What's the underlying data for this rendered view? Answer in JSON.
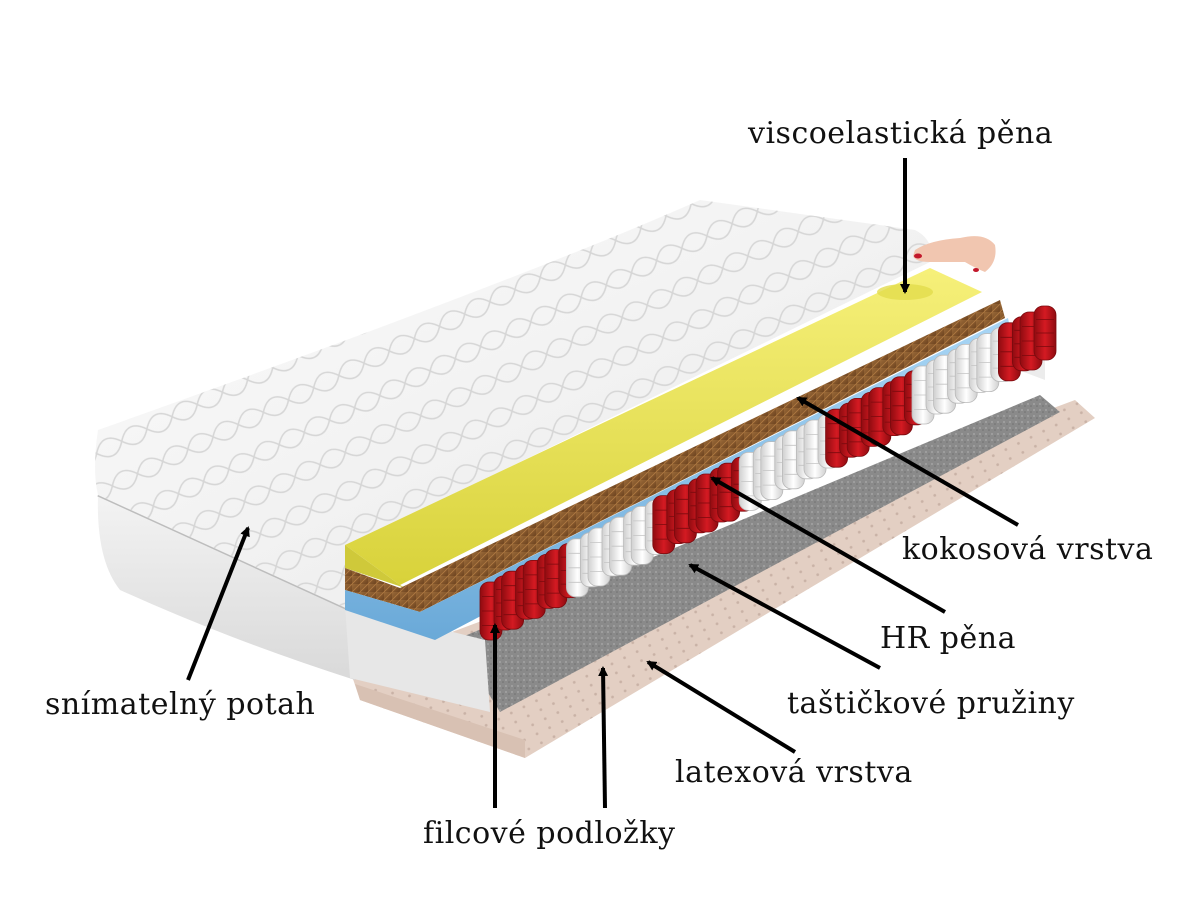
{
  "labels": {
    "visco": "viscoelastická pěna",
    "kokos": "kokosová vrstva",
    "hr": "HR pěna",
    "pruziny": "taštičkové pružiny",
    "latex": "latexová vrstva",
    "filc": "filcové podložky",
    "potah": "snímatelný potah"
  },
  "colors": {
    "foam_yellow": "#f0ea5a",
    "coconut": "#8b5a2b",
    "hr_blue": "#8ec4ea",
    "spring_red": "#c4121a",
    "spring_white": "#f2f2f2",
    "latex": "#e6d3c8",
    "cover": "#f5f5f5"
  }
}
